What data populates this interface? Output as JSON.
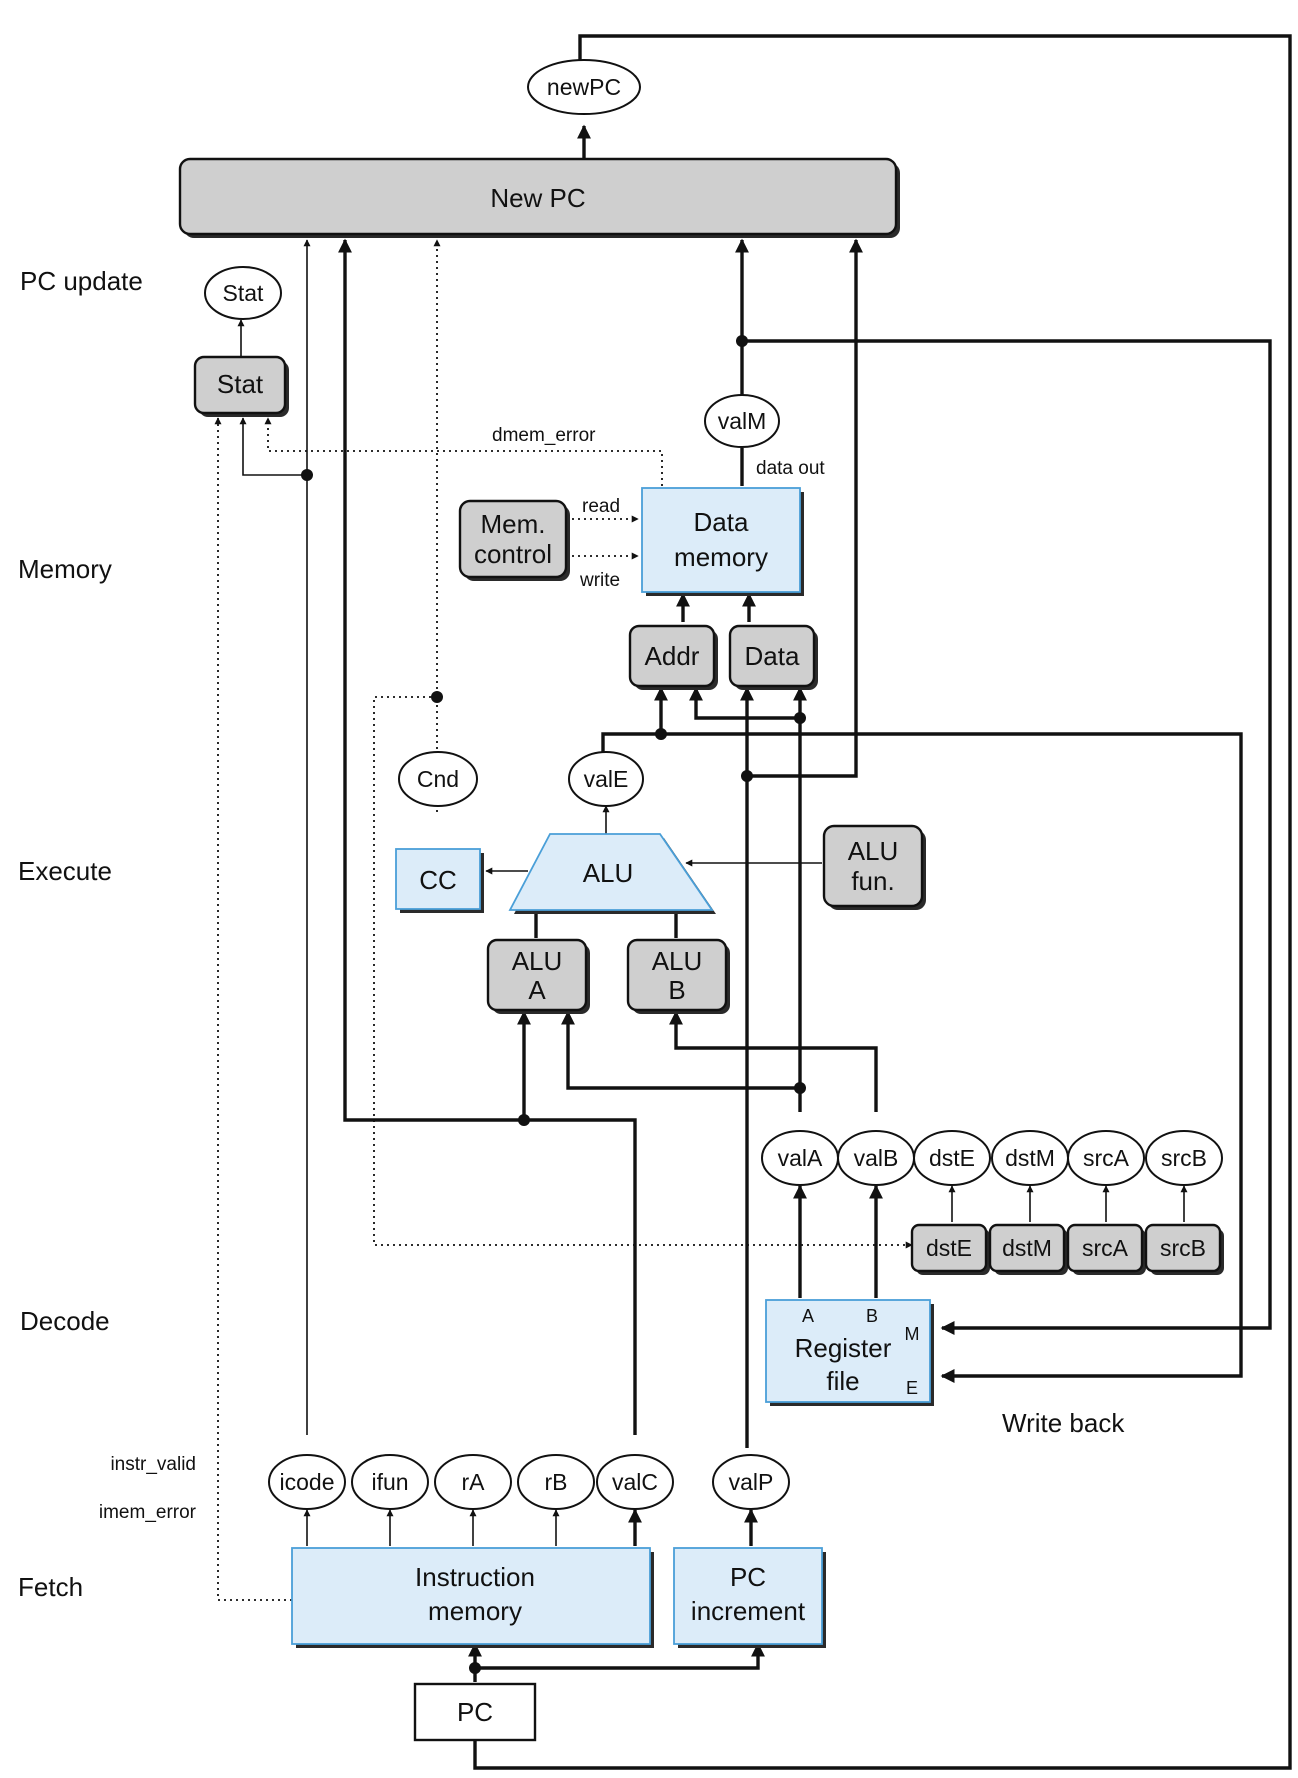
{
  "stages": {
    "pc_update": "PC update",
    "memory": "Memory",
    "execute": "Execute",
    "decode": "Decode",
    "fetch": "Fetch",
    "write_back": "Write back"
  },
  "blocks": {
    "new_pc": "New PC",
    "stat": "Stat",
    "mem_control_1": "Mem.",
    "mem_control_2": "control",
    "data_memory_1": "Data",
    "data_memory_2": "memory",
    "addr": "Addr",
    "data": "Data",
    "cc": "CC",
    "alu": "ALU",
    "alu_fun_1": "ALU",
    "alu_fun_2": "fun.",
    "alu_a_1": "ALU",
    "alu_a_2": "A",
    "alu_b_1": "ALU",
    "alu_b_2": "B",
    "dstE": "dstE",
    "dstM": "dstM",
    "srcA": "srcA",
    "srcB": "srcB",
    "register_file_1": "Register",
    "register_file_2": "file",
    "register_port_a": "A",
    "register_port_b": "B",
    "register_port_m": "M",
    "register_port_e": "E",
    "instruction_memory_1": "Instruction",
    "instruction_memory_2": "memory",
    "pc_increment_1": "PC",
    "pc_increment_2": "increment",
    "pc": "PC"
  },
  "signals": {
    "newPC": "newPC",
    "stat": "Stat",
    "valM": "valM",
    "cnd": "Cnd",
    "valE": "valE",
    "valA": "valA",
    "valB": "valB",
    "dstE": "dstE",
    "dstM": "dstM",
    "srcA": "srcA",
    "srcB": "srcB",
    "icode": "icode",
    "ifun": "ifun",
    "rA": "rA",
    "rB": "rB",
    "valC": "valC",
    "valP": "valP"
  },
  "labels": {
    "dmem_error": "dmem_error",
    "data_out": "data out",
    "read": "read",
    "write": "write",
    "instr_valid": "instr_valid",
    "imem_error": "imem_error"
  },
  "colors": {
    "logic_block": "#dcecf9",
    "logic_block_border": "#4a9fd8",
    "control_block": "#cfcfcf",
    "wire": "#111111"
  }
}
